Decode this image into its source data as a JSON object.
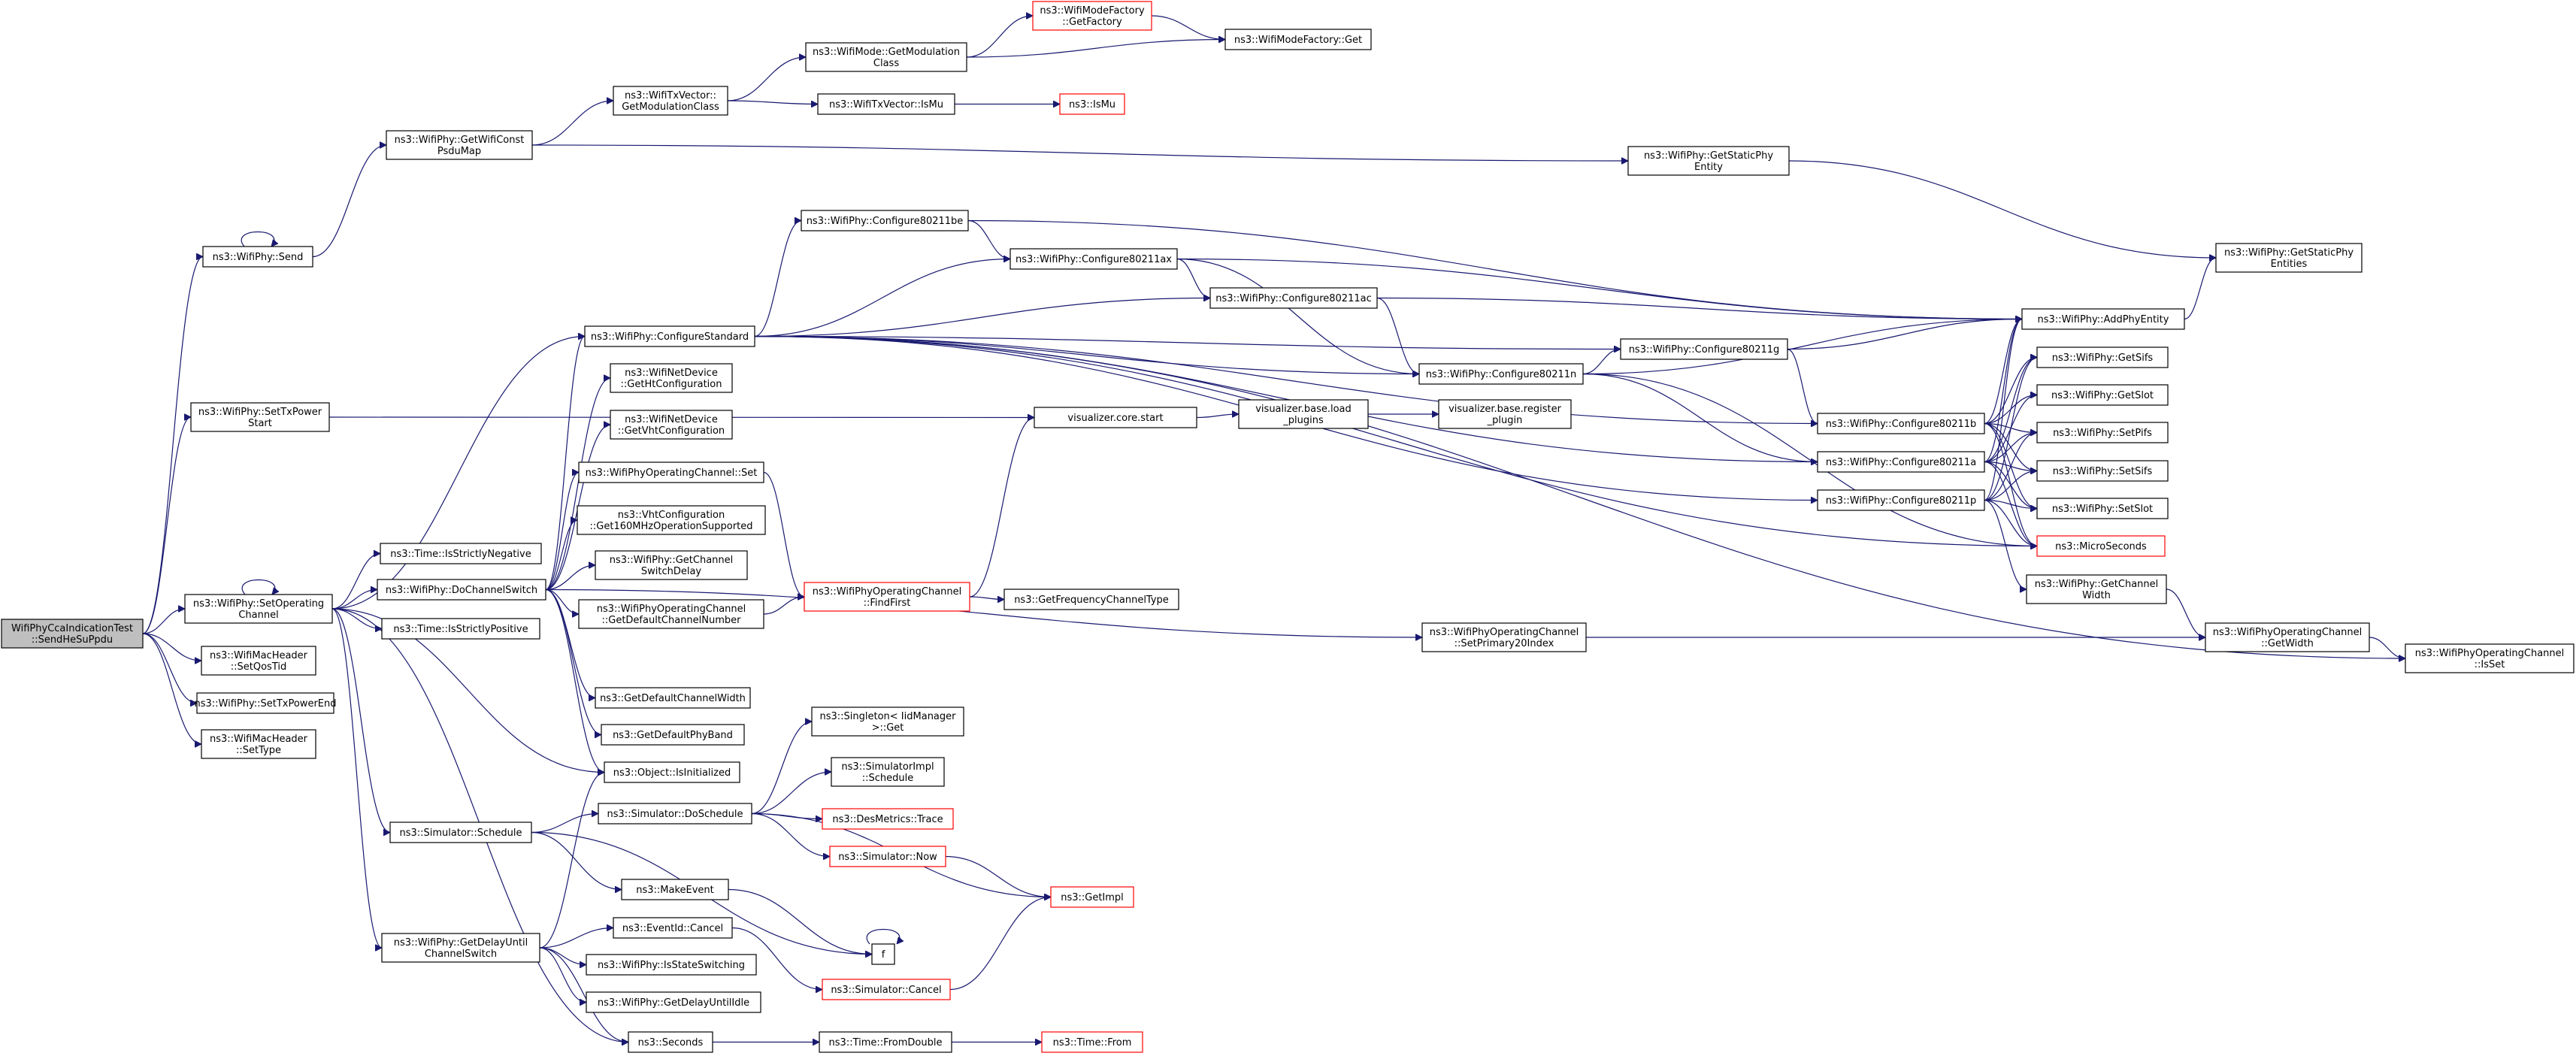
{
  "diagram": {
    "nodes": [
      {
        "id": "root",
        "lines": [
          "WifiPhyCcaIndicationTest",
          "::SendHeSuPpdu"
        ],
        "style": "root"
      },
      {
        "id": "send",
        "lines": [
          "ns3::WifiPhy::Send"
        ]
      },
      {
        "id": "settxstart",
        "lines": [
          "ns3::WifiPhy::SetTxPower",
          "Start"
        ]
      },
      {
        "id": "setop",
        "lines": [
          "ns3::WifiPhy::SetOperating",
          "Channel"
        ]
      },
      {
        "id": "setqos",
        "lines": [
          "ns3::WifiMacHeader",
          "::SetQosTid"
        ]
      },
      {
        "id": "settxend",
        "lines": [
          "ns3::WifiPhy::SetTxPowerEnd"
        ]
      },
      {
        "id": "settype",
        "lines": [
          "ns3::WifiMacHeader",
          "::SetType"
        ]
      },
      {
        "id": "getpsdu",
        "lines": [
          "ns3::WifiPhy::GetWifiConst",
          "PsduMap"
        ]
      },
      {
        "id": "configstd",
        "lines": [
          "ns3::WifiPhy::ConfigureStandard"
        ]
      },
      {
        "id": "strictneg",
        "lines": [
          "ns3::Time::IsStrictlyNegative"
        ]
      },
      {
        "id": "dochswitch",
        "lines": [
          "ns3::WifiPhy::DoChannelSwitch"
        ]
      },
      {
        "id": "strictpos",
        "lines": [
          "ns3::Time::IsStrictlyPositive"
        ]
      },
      {
        "id": "schedule",
        "lines": [
          "ns3::Simulator::Schedule"
        ]
      },
      {
        "id": "getdelayswitch",
        "lines": [
          "ns3::WifiPhy::GetDelayUntil",
          "ChannelSwitch"
        ]
      },
      {
        "id": "getmodclass",
        "lines": [
          "ns3::WifiTxVector::",
          "GetModulationClass"
        ]
      },
      {
        "id": "gethtconf",
        "lines": [
          "ns3::WifiNetDevice",
          "::GetHtConfiguration"
        ]
      },
      {
        "id": "getvhtconf",
        "lines": [
          "ns3::WifiNetDevice",
          "::GetVhtConfiguration"
        ]
      },
      {
        "id": "opchset",
        "lines": [
          "ns3::WifiPhyOperatingChannel::Set"
        ]
      },
      {
        "id": "get160",
        "lines": [
          "ns3::VhtConfiguration",
          "::Get160MHzOperationSupported"
        ]
      },
      {
        "id": "getchsw",
        "lines": [
          "ns3::WifiPhy::GetChannel",
          "SwitchDelay"
        ]
      },
      {
        "id": "getdefchnum",
        "lines": [
          "ns3::WifiPhyOperatingChannel",
          "::GetDefaultChannelNumber"
        ]
      },
      {
        "id": "getdefchwidth",
        "lines": [
          "ns3::GetDefaultChannelWidth"
        ]
      },
      {
        "id": "getdefband",
        "lines": [
          "ns3::GetDefaultPhyBand"
        ]
      },
      {
        "id": "isinit",
        "lines": [
          "ns3::Object::IsInitialized"
        ]
      },
      {
        "id": "doschedule",
        "lines": [
          "ns3::Simulator::DoSchedule"
        ]
      },
      {
        "id": "makeevent",
        "lines": [
          "ns3::MakeEvent"
        ]
      },
      {
        "id": "evcancel",
        "lines": [
          "ns3::EventId::Cancel"
        ]
      },
      {
        "id": "isstatesw",
        "lines": [
          "ns3::WifiPhy::IsStateSwitching"
        ]
      },
      {
        "id": "getdelayidle",
        "lines": [
          "ns3::WifiPhy::GetDelayUntilIdle"
        ]
      },
      {
        "id": "seconds",
        "lines": [
          "ns3::Seconds"
        ]
      },
      {
        "id": "modegetmod",
        "lines": [
          "ns3::WifiMode::GetModulation",
          "Class"
        ]
      },
      {
        "id": "txvismu",
        "lines": [
          "ns3::WifiTxVector::IsMu"
        ]
      },
      {
        "id": "cfgbe",
        "lines": [
          "ns3::WifiPhy::Configure80211be"
        ]
      },
      {
        "id": "vizstart",
        "lines": [
          "visualizer.core.start"
        ]
      },
      {
        "id": "findfirst",
        "lines": [
          "ns3::WifiPhyOperatingChannel",
          "::FindFirst"
        ],
        "style": "red"
      },
      {
        "id": "singleton",
        "lines": [
          "ns3::Singleton< IidManager",
          " >::Get"
        ]
      },
      {
        "id": "implsched",
        "lines": [
          "ns3::SimulatorImpl",
          "::Schedule"
        ]
      },
      {
        "id": "desmetrics",
        "lines": [
          "ns3::DesMetrics::Trace"
        ],
        "style": "red"
      },
      {
        "id": "simnow",
        "lines": [
          "ns3::Simulator::Now"
        ],
        "style": "red"
      },
      {
        "id": "simcancel",
        "lines": [
          "ns3::Simulator::Cancel"
        ],
        "style": "red"
      },
      {
        "id": "fromdouble",
        "lines": [
          "ns3::Time::FromDouble"
        ]
      },
      {
        "id": "modefactoryget",
        "lines": [
          "ns3::WifiModeFactory",
          "::GetFactory"
        ],
        "style": "red"
      },
      {
        "id": "ismu",
        "lines": [
          "ns3::IsMu"
        ],
        "style": "red"
      },
      {
        "id": "cfgax",
        "lines": [
          "ns3::WifiPhy::Configure80211ax"
        ]
      },
      {
        "id": "vizload",
        "lines": [
          "visualizer.base.load",
          "_plugins"
        ]
      },
      {
        "id": "getfreqtype",
        "lines": [
          "ns3::GetFrequencyChannelType"
        ]
      },
      {
        "id": "getimpl",
        "lines": [
          "ns3::GetImpl"
        ],
        "style": "red"
      },
      {
        "id": "f",
        "lines": [
          "f"
        ]
      },
      {
        "id": "timefrom",
        "lines": [
          "ns3::Time::From"
        ],
        "style": "red"
      },
      {
        "id": "modefactory",
        "lines": [
          "ns3::WifiModeFactory::Get"
        ]
      },
      {
        "id": "cfgac",
        "lines": [
          "ns3::WifiPhy::Configure80211ac"
        ]
      },
      {
        "id": "vizreg",
        "lines": [
          "visualizer.base.register",
          "_plugin"
        ]
      },
      {
        "id": "setprimary",
        "lines": [
          "ns3::WifiPhyOperatingChannel",
          "::SetPrimary20Index"
        ]
      },
      {
        "id": "cfgn",
        "lines": [
          "ns3::WifiPhy::Configure80211n"
        ]
      },
      {
        "id": "getstaticent",
        "lines": [
          "ns3::WifiPhy::GetStaticPhy",
          "Entity"
        ]
      },
      {
        "id": "cfgg",
        "lines": [
          "ns3::WifiPhy::Configure80211g"
        ]
      },
      {
        "id": "cfgb",
        "lines": [
          "ns3::WifiPhy::Configure80211b"
        ]
      },
      {
        "id": "cfga",
        "lines": [
          "ns3::WifiPhy::Configure80211a"
        ]
      },
      {
        "id": "cfgp",
        "lines": [
          "ns3::WifiPhy::Configure80211p"
        ]
      },
      {
        "id": "getchwidth",
        "lines": [
          "ns3::WifiPhy::GetChannel",
          "Width"
        ]
      },
      {
        "id": "getstaticents",
        "lines": [
          "ns3::WifiPhy::GetStaticPhy",
          "Entities"
        ]
      },
      {
        "id": "addphy",
        "lines": [
          "ns3::WifiPhy::AddPhyEntity"
        ]
      },
      {
        "id": "getsifs",
        "lines": [
          "ns3::WifiPhy::GetSifs"
        ]
      },
      {
        "id": "getslot",
        "lines": [
          "ns3::WifiPhy::GetSlot"
        ]
      },
      {
        "id": "setpifs",
        "lines": [
          "ns3::WifiPhy::SetPifs"
        ]
      },
      {
        "id": "setsifs",
        "lines": [
          "ns3::WifiPhy::SetSifs"
        ]
      },
      {
        "id": "setslot",
        "lines": [
          "ns3::WifiPhy::SetSlot"
        ]
      },
      {
        "id": "micro",
        "lines": [
          "ns3::MicroSeconds"
        ],
        "style": "red"
      },
      {
        "id": "opgetwidth",
        "lines": [
          "ns3::WifiPhyOperatingChannel",
          "::GetWidth"
        ]
      },
      {
        "id": "opisset",
        "lines": [
          "ns3::WifiPhyOperatingChannel",
          "::IsSet"
        ]
      }
    ],
    "edges": [
      [
        "root",
        "send"
      ],
      [
        "root",
        "settxstart"
      ],
      [
        "root",
        "setop"
      ],
      [
        "root",
        "setqos"
      ],
      [
        "root",
        "settxend"
      ],
      [
        "root",
        "settype"
      ],
      [
        "send",
        "getpsdu"
      ],
      [
        "send",
        "send"
      ],
      [
        "settxstart",
        "vizstart"
      ],
      [
        "setop",
        "setop"
      ],
      [
        "setop",
        "configstd"
      ],
      [
        "setop",
        "strictneg"
      ],
      [
        "setop",
        "dochswitch"
      ],
      [
        "setop",
        "strictpos"
      ],
      [
        "setop",
        "isinit"
      ],
      [
        "setop",
        "schedule"
      ],
      [
        "setop",
        "getdelayswitch"
      ],
      [
        "setop",
        "seconds"
      ],
      [
        "getpsdu",
        "getmodclass"
      ],
      [
        "getpsdu",
        "getstaticent"
      ],
      [
        "getmodclass",
        "modegetmod"
      ],
      [
        "getmodclass",
        "txvismu"
      ],
      [
        "modegetmod",
        "modefactoryget"
      ],
      [
        "modegetmod",
        "modefactory"
      ],
      [
        "modefactoryget",
        "modefactory"
      ],
      [
        "txvismu",
        "ismu"
      ],
      [
        "getstaticent",
        "getstaticents"
      ],
      [
        "addphy",
        "getstaticents"
      ],
      [
        "configstd",
        "cfgbe"
      ],
      [
        "configstd",
        "cfgax"
      ],
      [
        "configstd",
        "cfgac"
      ],
      [
        "configstd",
        "cfgn"
      ],
      [
        "configstd",
        "cfgg"
      ],
      [
        "configstd",
        "cfgb"
      ],
      [
        "configstd",
        "cfga"
      ],
      [
        "configstd",
        "cfgp"
      ],
      [
        "configstd",
        "micro"
      ],
      [
        "configstd",
        "opisset"
      ],
      [
        "cfgbe",
        "cfgax"
      ],
      [
        "cfgbe",
        "addphy"
      ],
      [
        "cfgax",
        "cfgac"
      ],
      [
        "cfgax",
        "cfgn"
      ],
      [
        "cfgax",
        "addphy"
      ],
      [
        "cfgac",
        "cfgn"
      ],
      [
        "cfgac",
        "addphy"
      ],
      [
        "cfgn",
        "cfgg"
      ],
      [
        "cfgn",
        "cfga"
      ],
      [
        "cfgn",
        "addphy"
      ],
      [
        "cfgn",
        "micro"
      ],
      [
        "cfgg",
        "cfgb"
      ],
      [
        "cfgg",
        "addphy"
      ],
      [
        "cfgb",
        "addphy"
      ],
      [
        "cfgb",
        "getsifs"
      ],
      [
        "cfgb",
        "getslot"
      ],
      [
        "cfgb",
        "setpifs"
      ],
      [
        "cfgb",
        "setsifs"
      ],
      [
        "cfgb",
        "setslot"
      ],
      [
        "cfgb",
        "micro"
      ],
      [
        "cfga",
        "addphy"
      ],
      [
        "cfga",
        "getsifs"
      ],
      [
        "cfga",
        "getslot"
      ],
      [
        "cfga",
        "setpifs"
      ],
      [
        "cfga",
        "setsifs"
      ],
      [
        "cfga",
        "setslot"
      ],
      [
        "cfga",
        "micro"
      ],
      [
        "cfgp",
        "addphy"
      ],
      [
        "cfgp",
        "getsifs"
      ],
      [
        "cfgp",
        "setpifs"
      ],
      [
        "cfgp",
        "setsifs"
      ],
      [
        "cfgp",
        "setslot"
      ],
      [
        "cfgp",
        "micro"
      ],
      [
        "cfgp",
        "getchwidth"
      ],
      [
        "getchwidth",
        "opgetwidth"
      ],
      [
        "opgetwidth",
        "opisset"
      ],
      [
        "dochswitch",
        "configstd"
      ],
      [
        "dochswitch",
        "gethtconf"
      ],
      [
        "dochswitch",
        "getvhtconf"
      ],
      [
        "dochswitch",
        "opchset"
      ],
      [
        "dochswitch",
        "get160"
      ],
      [
        "dochswitch",
        "getchsw"
      ],
      [
        "dochswitch",
        "getdefchnum"
      ],
      [
        "dochswitch",
        "getdefchwidth"
      ],
      [
        "dochswitch",
        "getdefband"
      ],
      [
        "dochswitch",
        "isinit"
      ],
      [
        "dochswitch",
        "setprimary"
      ],
      [
        "opchset",
        "findfirst"
      ],
      [
        "getdefchnum",
        "findfirst"
      ],
      [
        "findfirst",
        "vizstart"
      ],
      [
        "findfirst",
        "getfreqtype"
      ],
      [
        "vizstart",
        "vizload"
      ],
      [
        "vizload",
        "vizreg"
      ],
      [
        "setprimary",
        "opgetwidth"
      ],
      [
        "schedule",
        "doschedule"
      ],
      [
        "schedule",
        "makeevent"
      ],
      [
        "schedule",
        "f"
      ],
      [
        "doschedule",
        "singleton"
      ],
      [
        "doschedule",
        "implsched"
      ],
      [
        "doschedule",
        "desmetrics"
      ],
      [
        "doschedule",
        "simnow"
      ],
      [
        "doschedule",
        "getimpl"
      ],
      [
        "simnow",
        "getimpl"
      ],
      [
        "makeevent",
        "f"
      ],
      [
        "f",
        "f"
      ],
      [
        "getdelayswitch",
        "isinit"
      ],
      [
        "getdelayswitch",
        "evcancel"
      ],
      [
        "getdelayswitch",
        "isstatesw"
      ],
      [
        "getdelayswitch",
        "getdelayidle"
      ],
      [
        "getdelayswitch",
        "seconds"
      ],
      [
        "evcancel",
        "simcancel"
      ],
      [
        "simcancel",
        "getimpl"
      ],
      [
        "seconds",
        "fromdouble"
      ],
      [
        "fromdouble",
        "timefrom"
      ]
    ]
  }
}
